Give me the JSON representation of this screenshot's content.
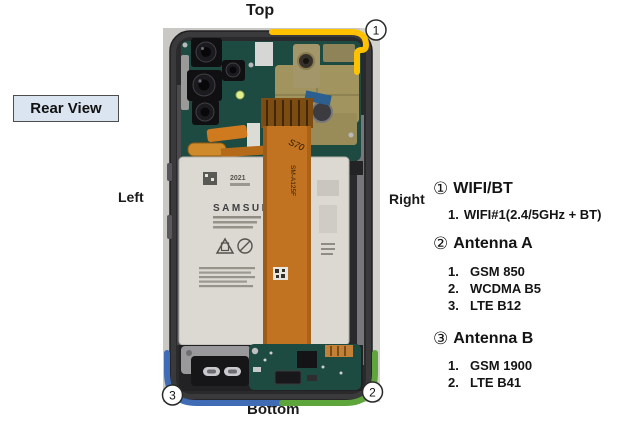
{
  "orientation_labels": {
    "top": "Top",
    "left": "Left",
    "right": "Right",
    "bottom": "Bottom"
  },
  "view_label": "Rear View",
  "photo": {
    "battery_brand": "SAMSUNG",
    "battery_year": "2021",
    "flex_label": "SM-A125F",
    "flex_handwriting": "S70",
    "markers": [
      {
        "number": "1",
        "color": "#FFC100"
      },
      {
        "number": "2",
        "color": "#5EA53C"
      },
      {
        "number": "3",
        "color": "#3F6CB4"
      }
    ]
  },
  "legend": {
    "sections": [
      {
        "marker": "①",
        "title": "WIFI/BT",
        "items": [
          {
            "num": "1.",
            "label": "WIFI#1(2.4/5GHz + BT)"
          }
        ]
      },
      {
        "marker": "②",
        "title": "Antenna A",
        "items": [
          {
            "num": "1.",
            "label": "GSM 850"
          },
          {
            "num": "2.",
            "label": "WCDMA B5"
          },
          {
            "num": "3.",
            "label": "LTE B12"
          }
        ]
      },
      {
        "marker": "③",
        "title": "Antenna B",
        "items": [
          {
            "num": "1.",
            "label": "GSM 1900"
          },
          {
            "num": "2.",
            "label": "LTE B41"
          }
        ]
      }
    ]
  }
}
